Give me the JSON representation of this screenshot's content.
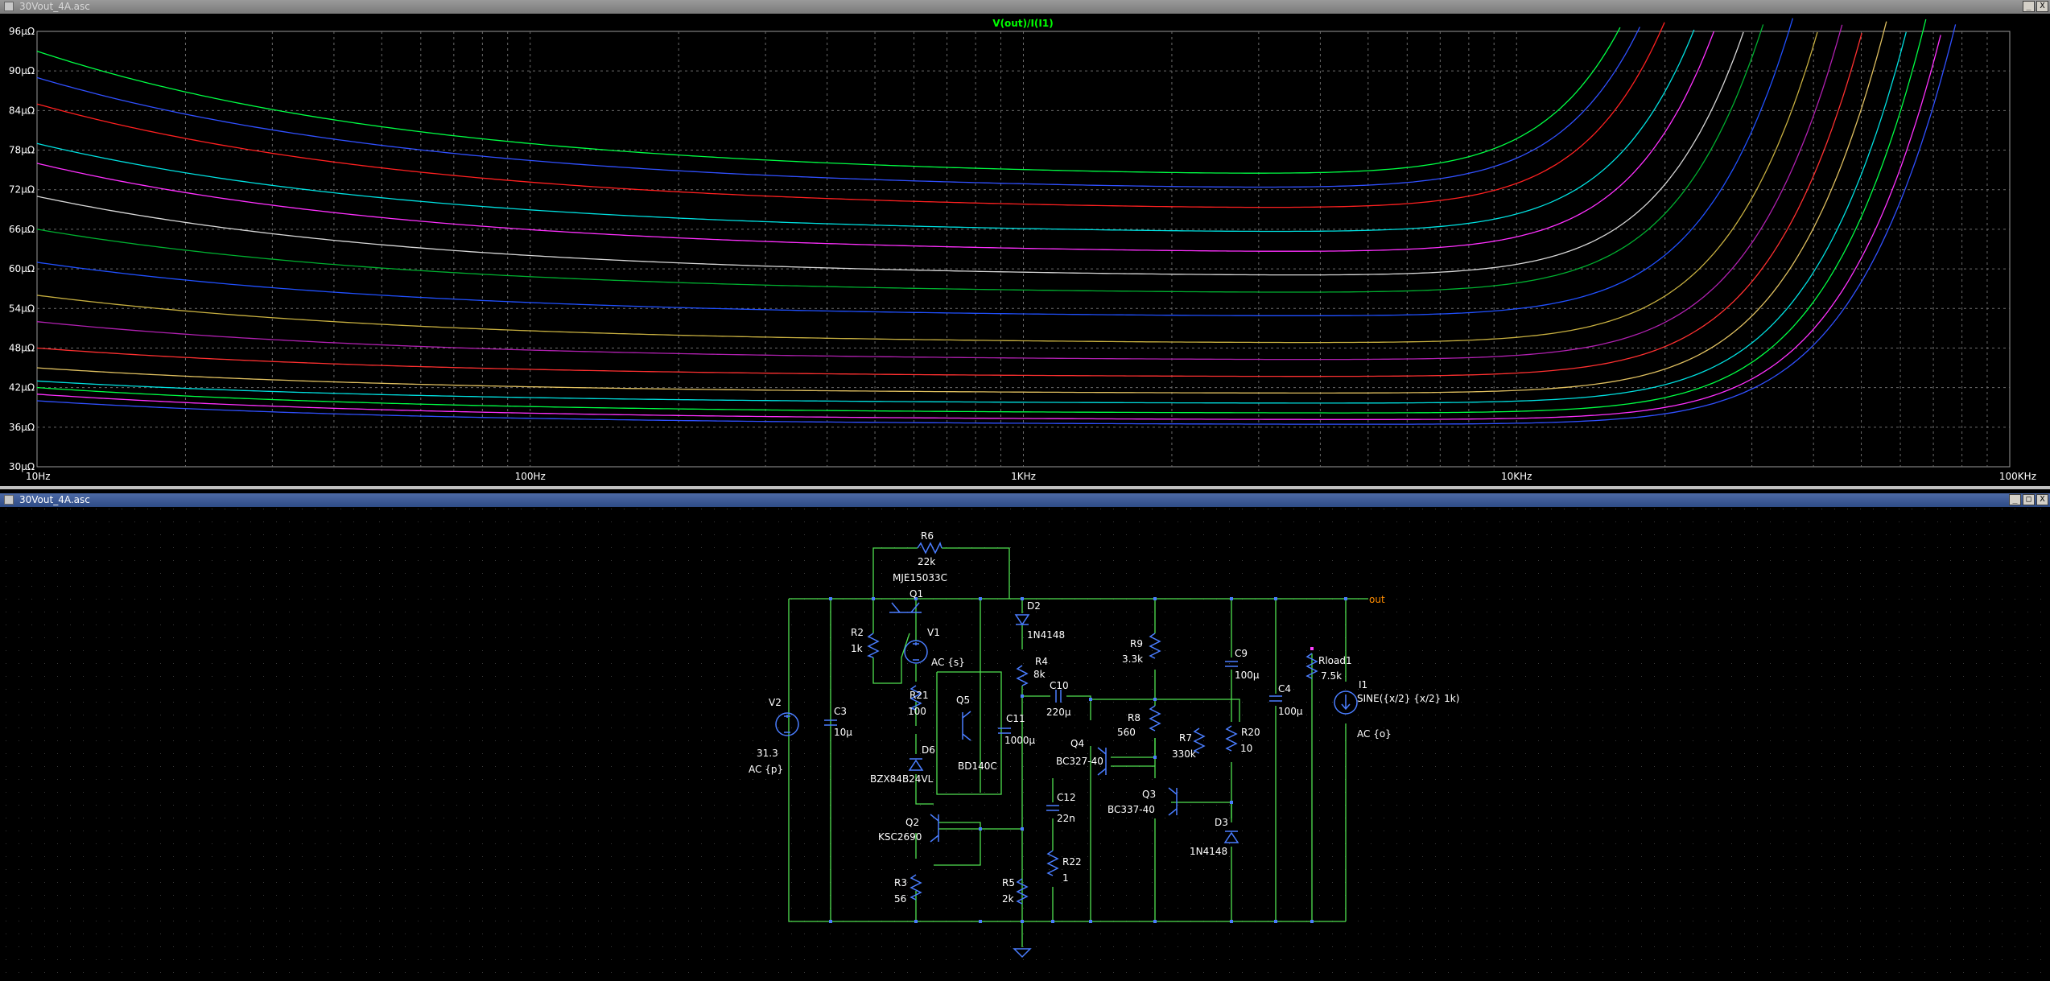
{
  "plot_window": {
    "title": "30Vout_4A.asc",
    "buttons": [
      "_",
      "X"
    ]
  },
  "schematic_window": {
    "title": "30Vout_4A.asc",
    "buttons": [
      "_",
      "□",
      "X"
    ]
  },
  "colors": {
    "background": "#000000",
    "grid": "#7a7a7a",
    "axis_text": "#ffffff",
    "trace_title": "#00ff00",
    "wire": "#4fe04f",
    "component": "#4a7dff",
    "label": "#ffffff",
    "net_label": "#ff8c00"
  },
  "chart_data": {
    "type": "line",
    "title": "V(out)/I(I1)",
    "xlabel": "",
    "ylabel": "",
    "x_scale": "log",
    "xlim": [
      10,
      100000
    ],
    "ylim": [
      30,
      96
    ],
    "x_ticks": [
      "10Hz",
      "100Hz",
      "1KHz",
      "10KHz",
      "100KHz"
    ],
    "y_ticks": [
      "96µΩ",
      "90µΩ",
      "84µΩ",
      "78µΩ",
      "72µΩ",
      "66µΩ",
      "60µΩ",
      "54µΩ",
      "48µΩ",
      "42µΩ",
      "36µΩ",
      "30µΩ"
    ],
    "grid": true,
    "series": [
      {
        "color": "#00ff44",
        "low_f": 93,
        "plateau": 73.5,
        "corner_khz": 20
      },
      {
        "color": "#3050ff",
        "low_f": 89,
        "plateau": 71.5,
        "corner_khz": 21
      },
      {
        "color": "#ff2020",
        "low_f": 85,
        "plateau": 68.5,
        "corner_khz": 22
      },
      {
        "color": "#00e0e0",
        "low_f": 79,
        "plateau": 65.0,
        "corner_khz": 24
      },
      {
        "color": "#ff30ff",
        "low_f": 76,
        "plateau": 62.0,
        "corner_khz": 25
      },
      {
        "color": "#d8d8d8",
        "low_f": 71,
        "plateau": 58.5,
        "corner_khz": 27
      },
      {
        "color": "#00b030",
        "low_f": 66,
        "plateau": 56.0,
        "corner_khz": 28
      },
      {
        "color": "#2050ff",
        "low_f": 61,
        "plateau": 52.5,
        "corner_khz": 30
      },
      {
        "color": "#c8b040",
        "low_f": 56,
        "plateau": 48.5,
        "corner_khz": 32
      },
      {
        "color": "#b020b0",
        "low_f": 52,
        "plateau": 46.0,
        "corner_khz": 34
      },
      {
        "color": "#ff3030",
        "low_f": 48,
        "plateau": 43.5,
        "corner_khz": 36
      },
      {
        "color": "#e0c060",
        "low_f": 45,
        "plateau": 41.0,
        "corner_khz": 38
      },
      {
        "color": "#00e0e0",
        "low_f": 43,
        "plateau": 39.5,
        "corner_khz": 41
      },
      {
        "color": "#00ff44",
        "low_f": 42,
        "plateau": 38.0,
        "corner_khz": 43
      },
      {
        "color": "#ff30ff",
        "low_f": 41,
        "plateau": 37.0,
        "corner_khz": 46
      },
      {
        "color": "#3050ff",
        "low_f": 40,
        "plateau": 36.3,
        "corner_khz": 48
      }
    ]
  },
  "schematic": {
    "net_out": "out",
    "components": {
      "R6": {
        "ref": "R6",
        "value": "22k"
      },
      "Q1": {
        "ref": "Q1",
        "value": "MJE15033C"
      },
      "D2": {
        "ref": "D2",
        "value": "1N4148"
      },
      "R2": {
        "ref": "R2",
        "value": "1k"
      },
      "V1": {
        "ref": "V1",
        "value": "AC {s}"
      },
      "R4": {
        "ref": "R4",
        "value": "8k"
      },
      "R9": {
        "ref": "R9",
        "value": "3.3k"
      },
      "C9": {
        "ref": "C9",
        "value": "100µ"
      },
      "Rload1": {
        "ref": "Rload1",
        "value": "7.5k"
      },
      "I1": {
        "ref": "I1",
        "value": "SINE({x/2} {x/2} 1k)",
        "ac": "AC {o}"
      },
      "V2": {
        "ref": "V2",
        "value": "31.3",
        "ac": "AC {p}"
      },
      "C3": {
        "ref": "C3",
        "value": "10µ"
      },
      "R21": {
        "ref": "R21",
        "value": "100"
      },
      "Q5": {
        "ref": "Q5",
        "value": "BD140C"
      },
      "C11": {
        "ref": "C11",
        "value": "1000µ"
      },
      "C10": {
        "ref": "C10",
        "value": "220µ"
      },
      "C4": {
        "ref": "C4",
        "value": "100µ"
      },
      "R8": {
        "ref": "R8",
        "value": "560"
      },
      "R20": {
        "ref": "R20",
        "value": "10"
      },
      "D6": {
        "ref": "D6",
        "value": "BZX84B24VL"
      },
      "Q4": {
        "ref": "Q4",
        "value": "BC327-40"
      },
      "R7": {
        "ref": "R7",
        "value": "330k"
      },
      "Q3": {
        "ref": "Q3",
        "value": "BC337-40"
      },
      "C12": {
        "ref": "C12",
        "value": "22n"
      },
      "Q2": {
        "ref": "Q2",
        "value": "KSC2690"
      },
      "D3": {
        "ref": "D3",
        "value": "1N4148"
      },
      "R22": {
        "ref": "R22",
        "value": "1"
      },
      "R3": {
        "ref": "R3",
        "value": "56"
      },
      "R5": {
        "ref": "R5",
        "value": "2k"
      }
    }
  }
}
